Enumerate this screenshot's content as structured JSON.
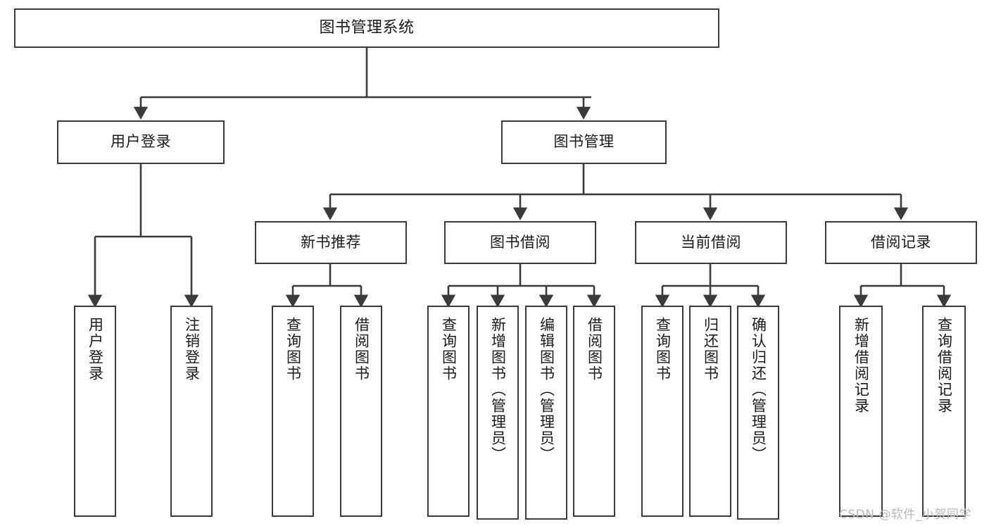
{
  "diagram": {
    "type": "tree",
    "title": "图书管理系统",
    "orientation": "top-down",
    "colors": {
      "stroke": "#3a3a3a",
      "fill": "#ffffff",
      "text": "#1a1a1a",
      "watermark": "#b9b9b9"
    }
  },
  "nodes": {
    "root": {
      "label": "图书管理系统",
      "level": 1
    },
    "level2": [
      {
        "id": "user-login",
        "label": "用户登录"
      },
      {
        "id": "book-manage",
        "label": "图书管理"
      }
    ],
    "level3": [
      {
        "id": "new-book-recommend",
        "label": "新书推荐",
        "parent": "book-manage"
      },
      {
        "id": "book-borrow",
        "label": "图书借阅",
        "parent": "book-manage"
      },
      {
        "id": "current-borrow",
        "label": "当前借阅",
        "parent": "book-manage"
      },
      {
        "id": "borrow-record",
        "label": "借阅记录",
        "parent": "book-manage"
      }
    ],
    "leaves": {
      "user-login": [
        {
          "id": "leaf-user-login",
          "label": "用户登录"
        },
        {
          "id": "leaf-logout-login",
          "label": "注销登录"
        }
      ],
      "new-book-recommend": [
        {
          "id": "leaf-query-book-1",
          "label": "查询图书"
        },
        {
          "id": "leaf-borrow-book-1",
          "label": "借阅图书"
        }
      ],
      "book-borrow": [
        {
          "id": "leaf-query-book-2",
          "label": "查询图书"
        },
        {
          "id": "leaf-add-book",
          "label": "新增图书（管理员）"
        },
        {
          "id": "leaf-edit-book",
          "label": "编辑图书（管理员）"
        },
        {
          "id": "leaf-borrow-book-2",
          "label": "借阅图书"
        }
      ],
      "current-borrow": [
        {
          "id": "leaf-query-book-3",
          "label": "查询图书"
        },
        {
          "id": "leaf-return-book",
          "label": "归还图书"
        },
        {
          "id": "leaf-confirm-return",
          "label": "确认归还（管理员）"
        }
      ],
      "borrow-record": [
        {
          "id": "leaf-add-record",
          "label": "新增借阅记录"
        },
        {
          "id": "leaf-query-record",
          "label": "查询借阅记录"
        }
      ]
    }
  },
  "watermark": {
    "text": "CSDN @软件_小贺同学"
  }
}
